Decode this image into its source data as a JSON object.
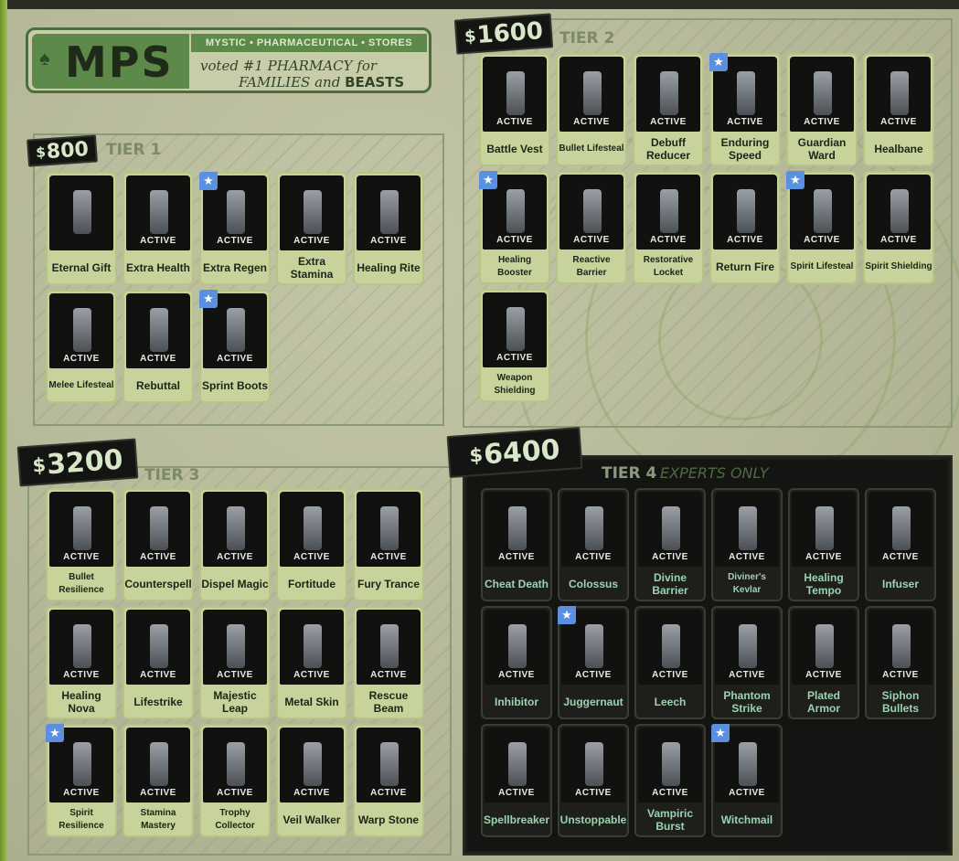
{
  "logo": {
    "brand": "MPS",
    "banner": "MYSTIC • PHARMACEUTICAL • STORES",
    "tagline_line1": "voted #1 PHARMACY for",
    "tagline_line2_a": "FAMILIES and ",
    "tagline_line2_b": "BEASTS"
  },
  "tiers": [
    {
      "price": "800",
      "label": "TIER 1",
      "items": [
        {
          "name": "Eternal Gift",
          "active": "",
          "star": false
        },
        {
          "name": "Extra Health",
          "active": "ACTIVE",
          "star": false
        },
        {
          "name": "Extra Regen",
          "active": "ACTIVE",
          "star": true
        },
        {
          "name": "Extra Stamina",
          "active": "ACTIVE",
          "star": false
        },
        {
          "name": "Healing Rite",
          "active": "ACTIVE",
          "star": false
        },
        {
          "name": "Melee Lifesteal",
          "active": "ACTIVE",
          "star": false
        },
        {
          "name": "Rebuttal",
          "active": "ACTIVE",
          "star": false
        },
        {
          "name": "Sprint Boots",
          "active": "ACTIVE",
          "star": true
        }
      ]
    },
    {
      "price": "1600",
      "label": "TIER 2",
      "items": [
        {
          "name": "Battle Vest",
          "active": "ACTIVE",
          "star": false
        },
        {
          "name": "Bullet Lifesteal",
          "active": "ACTIVE",
          "star": false
        },
        {
          "name": "Debuff Reducer",
          "active": "ACTIVE",
          "star": false
        },
        {
          "name": "Enduring Speed",
          "active": "ACTIVE",
          "star": true
        },
        {
          "name": "Guardian Ward",
          "active": "ACTIVE",
          "star": false
        },
        {
          "name": "Healbane",
          "active": "ACTIVE",
          "star": false
        },
        {
          "name": "Healing Booster",
          "active": "ACTIVE",
          "star": true
        },
        {
          "name": "Reactive Barrier",
          "active": "ACTIVE",
          "star": false
        },
        {
          "name": "Restorative Locket",
          "active": "ACTIVE",
          "star": false
        },
        {
          "name": "Return Fire",
          "active": "ACTIVE",
          "star": false
        },
        {
          "name": "Spirit Lifesteal",
          "active": "ACTIVE",
          "star": true
        },
        {
          "name": "Spirit Shielding",
          "active": "ACTIVE",
          "star": false
        },
        {
          "name": "Weapon Shielding",
          "active": "ACTIVE",
          "star": false
        }
      ]
    },
    {
      "price": "3200",
      "label": "TIER 3",
      "items": [
        {
          "name": "Bullet Resilience",
          "active": "ACTIVE",
          "star": false
        },
        {
          "name": "Counterspell",
          "active": "ACTIVE",
          "star": false
        },
        {
          "name": "Dispel Magic",
          "active": "ACTIVE",
          "star": false
        },
        {
          "name": "Fortitude",
          "active": "ACTIVE",
          "star": false
        },
        {
          "name": "Fury Trance",
          "active": "ACTIVE",
          "star": false
        },
        {
          "name": "Healing Nova",
          "active": "ACTIVE",
          "star": false
        },
        {
          "name": "Lifestrike",
          "active": "ACTIVE",
          "star": false
        },
        {
          "name": "Majestic Leap",
          "active": "ACTIVE",
          "star": false
        },
        {
          "name": "Metal Skin",
          "active": "ACTIVE",
          "star": false
        },
        {
          "name": "Rescue Beam",
          "active": "ACTIVE",
          "star": false
        },
        {
          "name": "Spirit Resilience",
          "active": "ACTIVE",
          "star": true
        },
        {
          "name": "Stamina Mastery",
          "active": "ACTIVE",
          "star": false
        },
        {
          "name": "Trophy Collector",
          "active": "ACTIVE",
          "star": false
        },
        {
          "name": "Veil Walker",
          "active": "ACTIVE",
          "star": false
        },
        {
          "name": "Warp Stone",
          "active": "ACTIVE",
          "star": false
        }
      ]
    },
    {
      "price": "6400",
      "label": "TIER 4",
      "sublabel": "EXPERTS ONLY",
      "items": [
        {
          "name": "Cheat Death",
          "active": "ACTIVE",
          "star": false
        },
        {
          "name": "Colossus",
          "active": "ACTIVE",
          "star": false
        },
        {
          "name": "Divine Barrier",
          "active": "ACTIVE",
          "star": false
        },
        {
          "name": "Diviner's Kevlar",
          "active": "ACTIVE",
          "star": false
        },
        {
          "name": "Healing Tempo",
          "active": "ACTIVE",
          "star": false
        },
        {
          "name": "Infuser",
          "active": "ACTIVE",
          "star": false
        },
        {
          "name": "Inhibitor",
          "active": "ACTIVE",
          "star": false
        },
        {
          "name": "Juggernaut",
          "active": "ACTIVE",
          "star": true
        },
        {
          "name": "Leech",
          "active": "ACTIVE",
          "star": false
        },
        {
          "name": "Phantom Strike",
          "active": "ACTIVE",
          "star": false
        },
        {
          "name": "Plated Armor",
          "active": "ACTIVE",
          "star": false
        },
        {
          "name": "Siphon Bullets",
          "active": "ACTIVE",
          "star": false
        },
        {
          "name": "Spellbreaker",
          "active": "ACTIVE",
          "star": false
        },
        {
          "name": "Unstoppable",
          "active": "ACTIVE",
          "star": false
        },
        {
          "name": "Vampiric Burst",
          "active": "ACTIVE",
          "star": false
        },
        {
          "name": "Witchmail",
          "active": "ACTIVE",
          "star": true
        }
      ]
    }
  ],
  "colors": {
    "accent_green": "#5d8a4b",
    "card_light": "#c7d39a",
    "card_dark": "#1e1f1b",
    "star_blue": "#5b8fe0"
  },
  "icons": {
    "star": "star-icon",
    "spade": "spade-icon"
  }
}
